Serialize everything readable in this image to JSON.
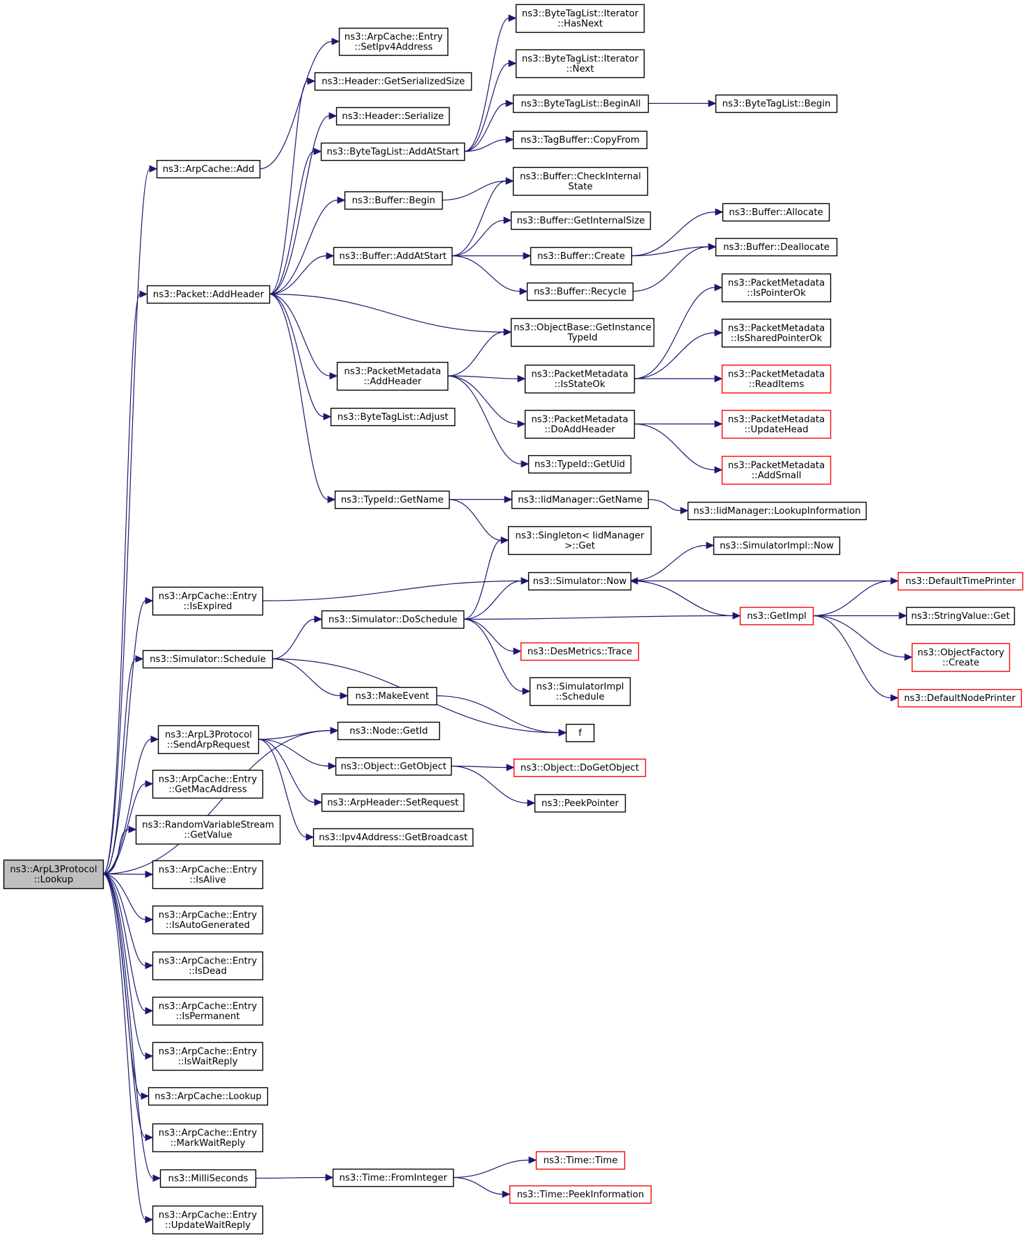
{
  "colors": {
    "edge": "#191970",
    "node_border": "#000000",
    "node_border_truncated": "#ff0000",
    "root_fill": "#bfbfbf",
    "node_fill": "#ffffff",
    "text": "#000000"
  },
  "nodes": [
    {
      "id": "root",
      "lines": [
        "ns3::ArpL3Protocol",
        "::Lookup"
      ],
      "kind": "root"
    },
    {
      "id": "arpcache_add",
      "lines": [
        "ns3::ArpCache::Add"
      ],
      "kind": "normal"
    },
    {
      "id": "entry_setipv4",
      "lines": [
        "ns3::ArpCache::Entry",
        "::SetIpv4Address"
      ],
      "kind": "normal"
    },
    {
      "id": "packet_addheader",
      "lines": [
        "ns3::Packet::AddHeader"
      ],
      "kind": "normal"
    },
    {
      "id": "header_getsize",
      "lines": [
        "ns3::Header::GetSerializedSize"
      ],
      "kind": "normal"
    },
    {
      "id": "header_serialize",
      "lines": [
        "ns3::Header::Serialize"
      ],
      "kind": "normal"
    },
    {
      "id": "btl_addatstart",
      "lines": [
        "ns3::ByteTagList::AddAtStart"
      ],
      "kind": "normal"
    },
    {
      "id": "btl_it_hasnext",
      "lines": [
        "ns3::ByteTagList::Iterator",
        "::HasNext"
      ],
      "kind": "normal"
    },
    {
      "id": "btl_it_next",
      "lines": [
        "ns3::ByteTagList::Iterator",
        "::Next"
      ],
      "kind": "normal"
    },
    {
      "id": "btl_beginall",
      "lines": [
        "ns3::ByteTagList::BeginAll"
      ],
      "kind": "normal"
    },
    {
      "id": "btl_begin",
      "lines": [
        "ns3::ByteTagList::Begin"
      ],
      "kind": "normal"
    },
    {
      "id": "tagbuffer_copyfrom",
      "lines": [
        "ns3::TagBuffer::CopyFrom"
      ],
      "kind": "normal"
    },
    {
      "id": "buffer_begin",
      "lines": [
        "ns3::Buffer::Begin"
      ],
      "kind": "normal"
    },
    {
      "id": "buffer_checkinternal",
      "lines": [
        "ns3::Buffer::CheckInternal",
        "State"
      ],
      "kind": "normal"
    },
    {
      "id": "buffer_getinternalsize",
      "lines": [
        "ns3::Buffer::GetInternalSize"
      ],
      "kind": "normal"
    },
    {
      "id": "buffer_allocate",
      "lines": [
        "ns3::Buffer::Allocate"
      ],
      "kind": "normal"
    },
    {
      "id": "buffer_addatstart",
      "lines": [
        "ns3::Buffer::AddAtStart"
      ],
      "kind": "normal"
    },
    {
      "id": "buffer_create",
      "lines": [
        "ns3::Buffer::Create"
      ],
      "kind": "normal"
    },
    {
      "id": "buffer_deallocate",
      "lines": [
        "ns3::Buffer::Deallocate"
      ],
      "kind": "normal"
    },
    {
      "id": "buffer_recycle",
      "lines": [
        "ns3::Buffer::Recycle"
      ],
      "kind": "normal"
    },
    {
      "id": "pm_ispointerok",
      "lines": [
        "ns3::PacketMetadata",
        "::IsPointerOk"
      ],
      "kind": "normal"
    },
    {
      "id": "objectbase_getinstancetypeid",
      "lines": [
        "ns3::ObjectBase::GetInstance",
        "TypeId"
      ],
      "kind": "normal"
    },
    {
      "id": "pm_issharedpointerok",
      "lines": [
        "ns3::PacketMetadata",
        "::IsSharedPointerOk"
      ],
      "kind": "normal"
    },
    {
      "id": "pm_addheader",
      "lines": [
        "ns3::PacketMetadata",
        "::AddHeader"
      ],
      "kind": "normal"
    },
    {
      "id": "pm_isstateok",
      "lines": [
        "ns3::PacketMetadata",
        "::IsStateOk"
      ],
      "kind": "normal"
    },
    {
      "id": "pm_readitems",
      "lines": [
        "ns3::PacketMetadata",
        "::ReadItems"
      ],
      "kind": "truncated"
    },
    {
      "id": "btl_adjust",
      "lines": [
        "ns3::ByteTagList::Adjust"
      ],
      "kind": "normal"
    },
    {
      "id": "pm_doaddheader",
      "lines": [
        "ns3::PacketMetadata",
        "::DoAddHeader"
      ],
      "kind": "normal"
    },
    {
      "id": "pm_updatehead",
      "lines": [
        "ns3::PacketMetadata",
        "::UpdateHead"
      ],
      "kind": "truncated"
    },
    {
      "id": "typeid_getuid",
      "lines": [
        "ns3::TypeId::GetUid"
      ],
      "kind": "normal"
    },
    {
      "id": "pm_addsmall",
      "lines": [
        "ns3::PacketMetadata",
        "::AddSmall"
      ],
      "kind": "truncated"
    },
    {
      "id": "typeid_getname",
      "lines": [
        "ns3::TypeId::GetName"
      ],
      "kind": "normal"
    },
    {
      "id": "iidmanager_getname",
      "lines": [
        "ns3::IidManager::GetName"
      ],
      "kind": "normal"
    },
    {
      "id": "iidmanager_lookupinfo",
      "lines": [
        "ns3::IidManager::LookupInformation"
      ],
      "kind": "normal"
    },
    {
      "id": "singleton_get",
      "lines": [
        "ns3::Singleton< IidManager",
        ">::Get"
      ],
      "kind": "normal"
    },
    {
      "id": "simimpl_now",
      "lines": [
        "ns3::SimulatorImpl::Now"
      ],
      "kind": "normal"
    },
    {
      "id": "entry_isexpired",
      "lines": [
        "ns3::ArpCache::Entry",
        "::IsExpired"
      ],
      "kind": "normal"
    },
    {
      "id": "simulator_now",
      "lines": [
        "ns3::Simulator::Now"
      ],
      "kind": "normal"
    },
    {
      "id": "defaulttimeprinter",
      "lines": [
        "ns3::DefaultTimePrinter"
      ],
      "kind": "truncated"
    },
    {
      "id": "simulator_doschedule",
      "lines": [
        "ns3::Simulator::DoSchedule"
      ],
      "kind": "normal"
    },
    {
      "id": "getimpl",
      "lines": [
        "ns3::GetImpl"
      ],
      "kind": "truncated"
    },
    {
      "id": "stringvalue_get",
      "lines": [
        "ns3::StringValue::Get"
      ],
      "kind": "normal"
    },
    {
      "id": "desmetrics_trace",
      "lines": [
        "ns3::DesMetrics::Trace"
      ],
      "kind": "truncated"
    },
    {
      "id": "simulator_schedule",
      "lines": [
        "ns3::Simulator::Schedule"
      ],
      "kind": "normal"
    },
    {
      "id": "objectfactory_create",
      "lines": [
        "ns3::ObjectFactory",
        "::Create"
      ],
      "kind": "truncated"
    },
    {
      "id": "simimpl_schedule",
      "lines": [
        "ns3::SimulatorImpl",
        "::Schedule"
      ],
      "kind": "normal"
    },
    {
      "id": "makeevent",
      "lines": [
        "ns3::MakeEvent"
      ],
      "kind": "normal"
    },
    {
      "id": "defaultnodeprinter",
      "lines": [
        "ns3::DefaultNodePrinter"
      ],
      "kind": "truncated"
    },
    {
      "id": "f",
      "lines": [
        "f"
      ],
      "kind": "normal"
    },
    {
      "id": "node_getid",
      "lines": [
        "ns3::Node::GetId"
      ],
      "kind": "normal"
    },
    {
      "id": "sendarprequest",
      "lines": [
        "ns3::ArpL3Protocol",
        "::SendArpRequest"
      ],
      "kind": "normal"
    },
    {
      "id": "object_getobject",
      "lines": [
        "ns3::Object::GetObject"
      ],
      "kind": "normal"
    },
    {
      "id": "object_dogetobject",
      "lines": [
        "ns3::Object::DoGetObject"
      ],
      "kind": "truncated"
    },
    {
      "id": "entry_getmac",
      "lines": [
        "ns3::ArpCache::Entry",
        "::GetMacAddress"
      ],
      "kind": "normal"
    },
    {
      "id": "arpheader_setrequest",
      "lines": [
        "ns3::ArpHeader::SetRequest"
      ],
      "kind": "normal"
    },
    {
      "id": "peekpointer",
      "lines": [
        "ns3::PeekPointer"
      ],
      "kind": "normal"
    },
    {
      "id": "rvs_getvalue",
      "lines": [
        "ns3::RandomVariableStream",
        "::GetValue"
      ],
      "kind": "normal"
    },
    {
      "id": "ipv4_getbroadcast",
      "lines": [
        "ns3::Ipv4Address::GetBroadcast"
      ],
      "kind": "normal"
    },
    {
      "id": "entry_isalive",
      "lines": [
        "ns3::ArpCache::Entry",
        "::IsAlive"
      ],
      "kind": "normal"
    },
    {
      "id": "entry_isautogenerated",
      "lines": [
        "ns3::ArpCache::Entry",
        "::IsAutoGenerated"
      ],
      "kind": "normal"
    },
    {
      "id": "entry_isdead",
      "lines": [
        "ns3::ArpCache::Entry",
        "::IsDead"
      ],
      "kind": "normal"
    },
    {
      "id": "entry_ispermanent",
      "lines": [
        "ns3::ArpCache::Entry",
        "::IsPermanent"
      ],
      "kind": "normal"
    },
    {
      "id": "entry_iswaitreply",
      "lines": [
        "ns3::ArpCache::Entry",
        "::IsWaitReply"
      ],
      "kind": "normal"
    },
    {
      "id": "arpcache_lookup",
      "lines": [
        "ns3::ArpCache::Lookup"
      ],
      "kind": "normal"
    },
    {
      "id": "entry_markwaitreply",
      "lines": [
        "ns3::ArpCache::Entry",
        "::MarkWaitReply"
      ],
      "kind": "normal"
    },
    {
      "id": "milliseconds",
      "lines": [
        "ns3::MilliSeconds"
      ],
      "kind": "normal"
    },
    {
      "id": "time_frominteger",
      "lines": [
        "ns3::Time::FromInteger"
      ],
      "kind": "normal"
    },
    {
      "id": "time_time",
      "lines": [
        "ns3::Time::Time"
      ],
      "kind": "truncated"
    },
    {
      "id": "time_peekinformation",
      "lines": [
        "ns3::Time::PeekInformation"
      ],
      "kind": "truncated"
    },
    {
      "id": "entry_updatewaitreply",
      "lines": [
        "ns3::ArpCache::Entry",
        "::UpdateWaitReply"
      ],
      "kind": "normal"
    }
  ],
  "edges": [
    [
      "root",
      "arpcache_add"
    ],
    [
      "arpcache_add",
      "entry_setipv4"
    ],
    [
      "root",
      "packet_addheader"
    ],
    [
      "packet_addheader",
      "header_getsize"
    ],
    [
      "packet_addheader",
      "header_serialize"
    ],
    [
      "packet_addheader",
      "btl_addatstart"
    ],
    [
      "btl_addatstart",
      "btl_it_hasnext"
    ],
    [
      "btl_addatstart",
      "btl_it_next"
    ],
    [
      "btl_addatstart",
      "btl_beginall"
    ],
    [
      "btl_beginall",
      "btl_begin"
    ],
    [
      "btl_addatstart",
      "tagbuffer_copyfrom"
    ],
    [
      "packet_addheader",
      "buffer_begin"
    ],
    [
      "buffer_begin",
      "buffer_checkinternal"
    ],
    [
      "packet_addheader",
      "buffer_addatstart"
    ],
    [
      "buffer_addatstart",
      "buffer_checkinternal"
    ],
    [
      "buffer_addatstart",
      "buffer_getinternalsize"
    ],
    [
      "buffer_addatstart",
      "buffer_create"
    ],
    [
      "buffer_addatstart",
      "buffer_recycle"
    ],
    [
      "buffer_create",
      "buffer_allocate"
    ],
    [
      "buffer_create",
      "buffer_deallocate"
    ],
    [
      "buffer_recycle",
      "buffer_deallocate"
    ],
    [
      "packet_addheader",
      "objectbase_getinstancetypeid"
    ],
    [
      "packet_addheader",
      "pm_addheader"
    ],
    [
      "pm_addheader",
      "objectbase_getinstancetypeid"
    ],
    [
      "pm_addheader",
      "pm_isstateok"
    ],
    [
      "pm_addheader",
      "pm_doaddheader"
    ],
    [
      "pm_addheader",
      "typeid_getuid"
    ],
    [
      "pm_isstateok",
      "pm_ispointerok"
    ],
    [
      "pm_isstateok",
      "pm_issharedpointerok"
    ],
    [
      "pm_isstateok",
      "pm_readitems"
    ],
    [
      "pm_doaddheader",
      "pm_updatehead"
    ],
    [
      "pm_doaddheader",
      "pm_addsmall"
    ],
    [
      "packet_addheader",
      "btl_adjust"
    ],
    [
      "packet_addheader",
      "typeid_getname"
    ],
    [
      "typeid_getname",
      "iidmanager_getname"
    ],
    [
      "typeid_getname",
      "singleton_get"
    ],
    [
      "iidmanager_getname",
      "iidmanager_lookupinfo"
    ],
    [
      "root",
      "entry_isexpired"
    ],
    [
      "entry_isexpired",
      "simulator_now"
    ],
    [
      "simulator_now",
      "simimpl_now"
    ],
    [
      "simulator_now",
      "getimpl"
    ],
    [
      "defaulttimeprinter",
      "simulator_now"
    ],
    [
      "getimpl",
      "defaulttimeprinter"
    ],
    [
      "getimpl",
      "stringvalue_get"
    ],
    [
      "getimpl",
      "objectfactory_create"
    ],
    [
      "getimpl",
      "defaultnodeprinter"
    ],
    [
      "root",
      "simulator_schedule"
    ],
    [
      "simulator_schedule",
      "simulator_doschedule"
    ],
    [
      "simulator_doschedule",
      "singleton_get"
    ],
    [
      "simulator_doschedule",
      "simulator_now"
    ],
    [
      "simulator_doschedule",
      "getimpl"
    ],
    [
      "simulator_doschedule",
      "desmetrics_trace"
    ],
    [
      "simulator_doschedule",
      "simimpl_schedule"
    ],
    [
      "simulator_schedule",
      "makeevent"
    ],
    [
      "simulator_schedule",
      "f"
    ],
    [
      "makeevent",
      "f"
    ],
    [
      "root",
      "node_getid"
    ],
    [
      "root",
      "sendarprequest"
    ],
    [
      "sendarprequest",
      "node_getid"
    ],
    [
      "sendarprequest",
      "object_getobject"
    ],
    [
      "sendarprequest",
      "arpheader_setrequest"
    ],
    [
      "sendarprequest",
      "ipv4_getbroadcast"
    ],
    [
      "object_getobject",
      "object_dogetobject"
    ],
    [
      "object_getobject",
      "peekpointer"
    ],
    [
      "root",
      "entry_getmac"
    ],
    [
      "root",
      "rvs_getvalue"
    ],
    [
      "root",
      "entry_isalive"
    ],
    [
      "root",
      "entry_isautogenerated"
    ],
    [
      "root",
      "entry_isdead"
    ],
    [
      "root",
      "entry_ispermanent"
    ],
    [
      "root",
      "entry_iswaitreply"
    ],
    [
      "root",
      "arpcache_lookup"
    ],
    [
      "root",
      "entry_markwaitreply"
    ],
    [
      "root",
      "milliseconds"
    ],
    [
      "milliseconds",
      "time_frominteger"
    ],
    [
      "time_frominteger",
      "time_time"
    ],
    [
      "time_frominteger",
      "time_peekinformation"
    ],
    [
      "root",
      "entry_updatewaitreply"
    ]
  ]
}
